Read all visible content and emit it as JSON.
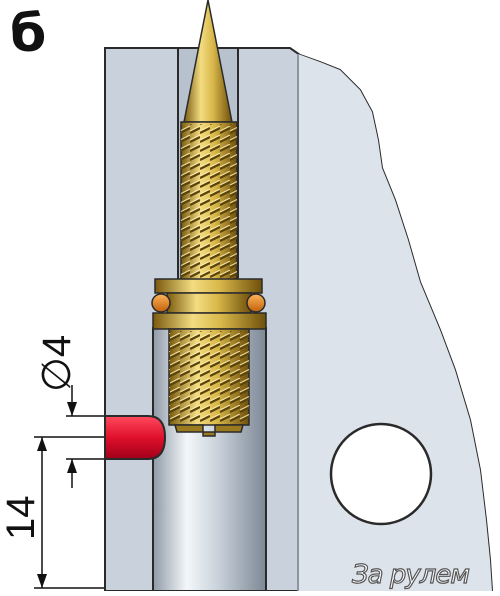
{
  "figure": {
    "panel_letter": "б",
    "dim_diameter": "∅4",
    "dim_height": "14",
    "watermark": "За рулем"
  },
  "colors": {
    "wall": "#c9d2dc",
    "wall_light": "#dde3ea",
    "brass": "#d9b84a",
    "brass_dark": "#8a6a12",
    "orange_ring": "#f08a1e",
    "red_plug": "#e0102c",
    "outline": "#2a2a2a"
  }
}
